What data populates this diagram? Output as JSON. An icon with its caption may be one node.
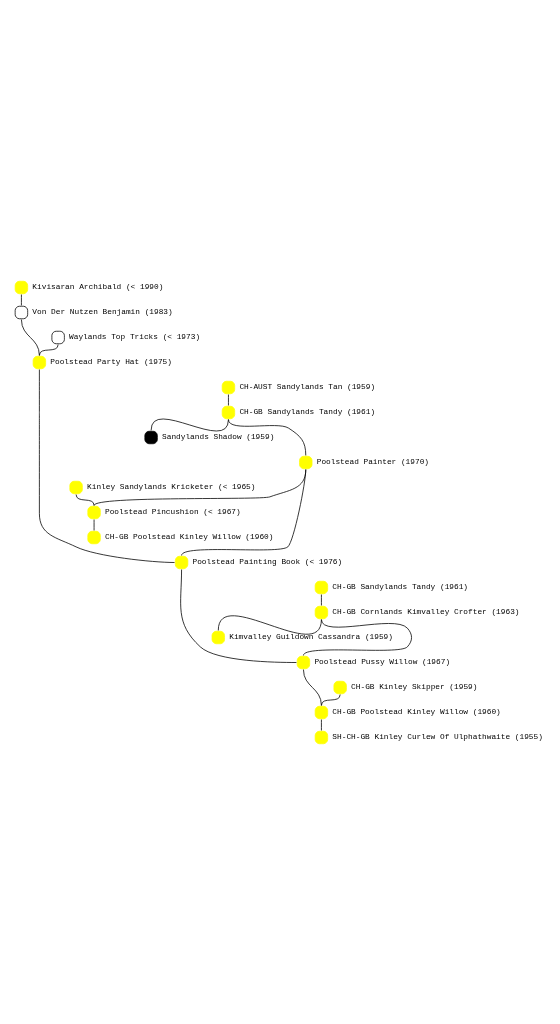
{
  "diagram": {
    "nodes": [
      {
        "text": [],
        "shape": "circle",
        "beside": [
          "Kivisaran Archibald (< 1990)"
        ]
      },
      {
        "text": [],
        "shape": "circle",
        "beside": [
          "Von Der Nutzen Benjamin (1983)"
        ]
      },
      {
        "text": [],
        "shape": "circle",
        "beside": [
          "Waylands Top Tricks (< 1973)"
        ]
      },
      {
        "text": [],
        "shape": "circle",
        "beside": [
          "Poolstead Party Hat (1975)"
        ]
      },
      {
        "text": [],
        "shape": "circle",
        "beside": [
          "CH-AUST Sandylands Tan (1959)"
        ]
      },
      {
        "text": [],
        "shape": "circle",
        "beside": [
          "CH-GB Sandylands Tandy (1961)"
        ]
      },
      {
        "text": [],
        "shape": "circle",
        "beside": [
          "Sandylands Shadow (1959)"
        ]
      },
      {
        "text": [],
        "shape": "circle",
        "beside": [
          "Poolstead Painter (1970)"
        ]
      },
      {
        "text": [],
        "shape": "circle",
        "beside": [
          "Kinley Sandylands Kricketer (< 1965)"
        ]
      },
      {
        "text": [],
        "shape": "circle",
        "beside": [
          "Poolstead Pincushion (< 1967)"
        ]
      },
      {
        "text": [],
        "shape": "circle",
        "beside": [
          "CH-GB Poolstead Kinley Willow (1960)"
        ]
      },
      {
        "text": [],
        "shape": "circle",
        "beside": [
          "Poolstead Painting Book (< 1976)"
        ]
      },
      {
        "text": [],
        "shape": "circle",
        "beside": [
          "CH-GB Sandylands Tandy (1961)"
        ]
      },
      {
        "text": [],
        "shape": "circle",
        "beside": [
          "CH-GB Cornlands Kimvalley Crofter (1963)"
        ]
      },
      {
        "text": [],
        "shape": "circle",
        "beside": [
          "Kimvalley Guildown Cassandra (1959)"
        ]
      },
      {
        "text": [],
        "shape": "circle",
        "beside": [
          "Poolstead Pussy Willow (1967)"
        ]
      },
      {
        "text": [],
        "shape": "circle",
        "beside": [
          "CH-GB Kinley Skipper (1959)"
        ]
      },
      {
        "text": [],
        "shape": "circle",
        "beside": [
          "CH-GB Poolstead Kinley Willow (1960)"
        ]
      },
      {
        "text": [],
        "shape": "circle",
        "beside": [
          "SH-CH-GB Kinley Curlew Of Ulphathwaite (1955)"
        ]
      }
    ],
    "edges": [
      {
        "from": 0,
        "to": 1,
        "arrow": "none"
      },
      {
        "from": 1,
        "to": 3,
        "arrow": "none"
      },
      {
        "from": 2,
        "to": 3,
        "arrow": "none"
      },
      {
        "from": 3,
        "to": 11,
        "arrow": "none"
      },
      {
        "from": 4,
        "to": 5,
        "arrow": "none"
      },
      {
        "from": 5,
        "to": 6,
        "arrow": "none"
      },
      {
        "from": 5,
        "to": 7,
        "arrow": "none"
      },
      {
        "from": 7,
        "to": 9,
        "arrow": "none"
      },
      {
        "from": 7,
        "to": 11,
        "arrow": "none"
      },
      {
        "from": 8,
        "to": 9,
        "arrow": "none"
      },
      {
        "from": 9,
        "to": 10,
        "arrow": "none"
      },
      {
        "from": 11,
        "to": 15,
        "arrow": "none"
      },
      {
        "from": 12,
        "to": 13,
        "arrow": "none"
      },
      {
        "from": 13,
        "to": 14,
        "arrow": "none"
      },
      {
        "from": 13,
        "to": 15,
        "arrow": "none"
      },
      {
        "from": 15,
        "to": 17,
        "arrow": "none"
      },
      {
        "from": 16,
        "to": 17,
        "arrow": "none"
      },
      {
        "from": 17,
        "to": 18,
        "arrow": "none"
      }
    ]
  }
}
